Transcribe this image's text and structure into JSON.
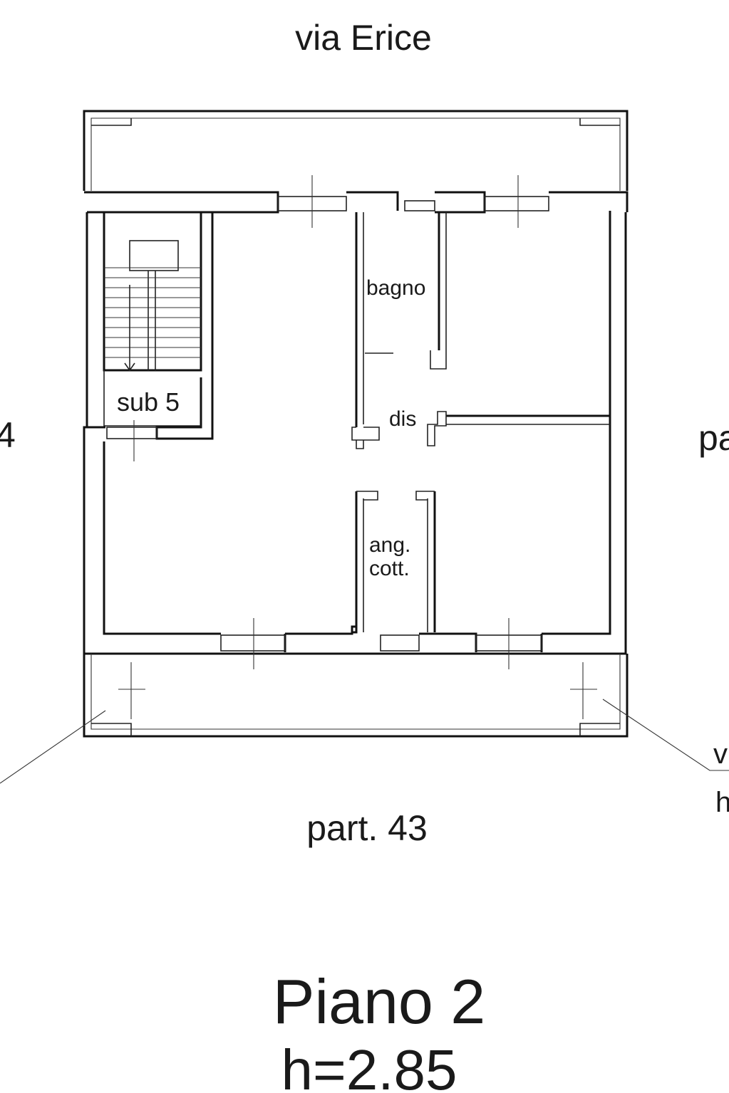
{
  "street_top": "via Erice",
  "left_edge": "4",
  "right_edge": "pa",
  "bottom_right_v": "v",
  "bottom_right_h": "h",
  "parcel_bottom": "part. 43",
  "rooms": {
    "bathroom": "bagno",
    "stair_unit": "sub 5",
    "hallway": "dis",
    "kitchenette_line1": "ang.",
    "kitchenette_line2": "cott."
  },
  "floor_title": "Piano 2",
  "floor_height": "h=2.85"
}
